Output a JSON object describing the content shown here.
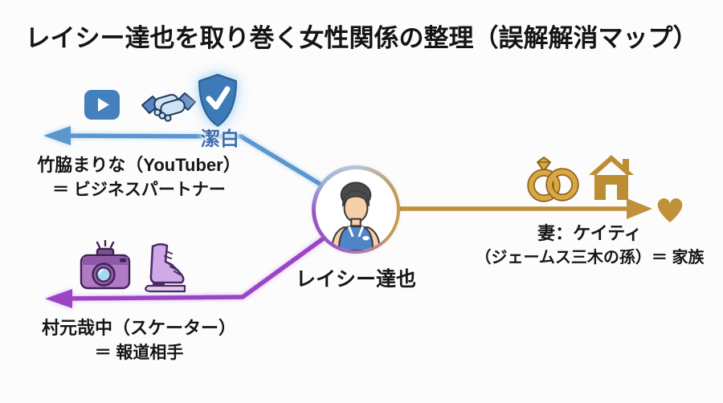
{
  "title": "レイシー達也を取り巻く女性関係の整理（誤解解消マップ）",
  "center": {
    "label": "レイシー達也",
    "icon": "male-avatar"
  },
  "branches": {
    "youtuber": {
      "line1": "竹脇まりな（YouTuber）",
      "line2": "＝ ビジネスパートナー",
      "badge": "潔白",
      "icons": [
        "youtube-icon",
        "handshake-icon",
        "shield-check-icon"
      ],
      "color": "#5b97ce",
      "direction": "upper-left"
    },
    "skater": {
      "line1": "村元哉中（スケーター）",
      "line2": "＝ 報道相手",
      "icons": [
        "camera-icon",
        "ice-skate-icon"
      ],
      "color": "#9c45c4",
      "direction": "lower-left"
    },
    "wife": {
      "line1": "妻：ケイティ",
      "line2": "（ジェームス三木の孫）＝ 家族",
      "icons": [
        "wedding-rings-icon",
        "house-icon",
        "heart-icon"
      ],
      "color": "#c0903a",
      "direction": "right"
    }
  },
  "colors": {
    "background": "#fcfcfc",
    "title_text": "#141414",
    "youtuber_branch_blue": "#5b97ce",
    "skater_branch_purple": "#9c45c4",
    "wife_branch_gold": "#c0903a",
    "shield_blue": "#3d7ab8",
    "badge_text_blue": "#3e6fae",
    "camera_purple": "#b07ac4",
    "skate_lavender": "#cfa9e8",
    "gold_icon": "#bd8d33",
    "avatar_shirt_blue": "#4f86c9"
  }
}
